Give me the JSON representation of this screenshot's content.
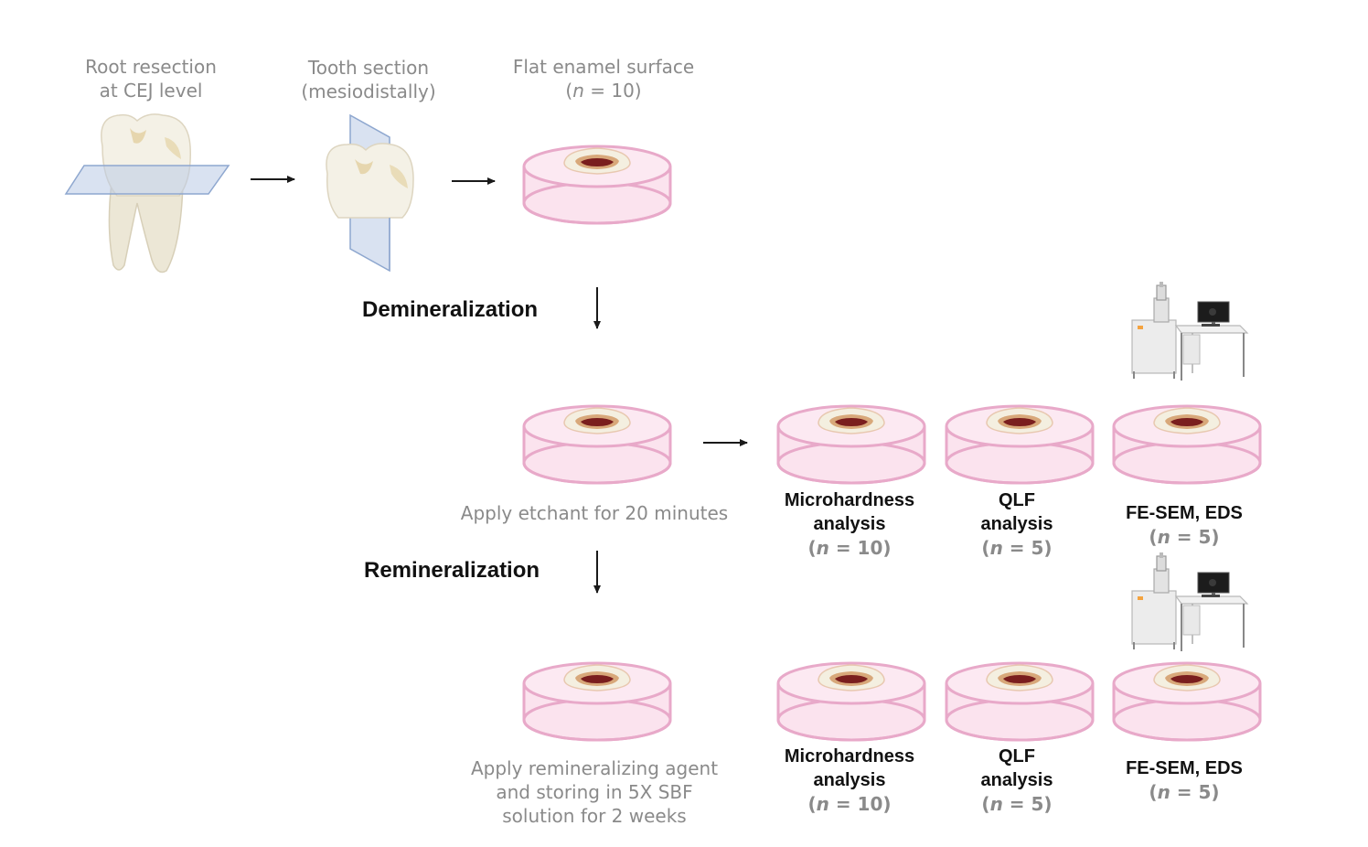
{
  "colors": {
    "dish_fill": "#fbe3ee",
    "dish_stroke": "#e8a9c9",
    "plane": "#b9cbe6",
    "arrow": "#1a1a1a",
    "label_gray": "#8a8a8a"
  },
  "top": {
    "step1": {
      "line1": "Root resection",
      "line2": "at CEJ level"
    },
    "step2": {
      "line1": "Tooth section",
      "line2": "(mesiodistally)"
    },
    "step3": {
      "line1": "Flat enamel surface",
      "n_pre": "(",
      "n_var": "n",
      "n_post": " = 10)"
    }
  },
  "demin": {
    "title": "Demineralization",
    "caption": "Apply etchant for 20 minutes"
  },
  "remin": {
    "title": "Remineralization",
    "caption1": "Apply remineralizing agent",
    "caption2": "and storing in 5X SBF",
    "caption3": "solution for 2 weeks"
  },
  "analyses": [
    {
      "line1": "Microhardness",
      "line2": "analysis",
      "n_pre": "(",
      "n_var": "n",
      "n_post": " = 10)"
    },
    {
      "line1": "QLF",
      "line2": "analysis",
      "n_pre": "(",
      "n_var": "n",
      "n_post": " = 5)"
    },
    {
      "line1": "FE-SEM, EDS",
      "n_pre": "(",
      "n_var": "n",
      "n_post": " = 5)"
    }
  ],
  "icons": [
    "tooth-icon",
    "section-plane-icon",
    "enamel-sample-icon",
    "sem-microscope-icon",
    "arrow-icon"
  ]
}
